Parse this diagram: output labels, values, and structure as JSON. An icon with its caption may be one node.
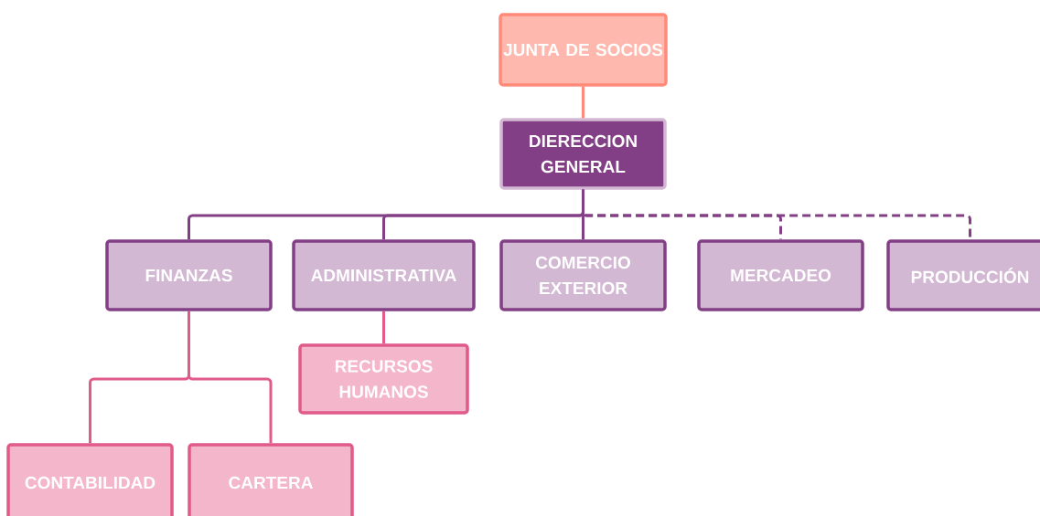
{
  "diagram": {
    "nodes": [
      {
        "text": [
          "JUNTA DE SOCIOS"
        ]
      },
      {
        "text": [
          "DIERECCION GENERAL"
        ]
      },
      {
        "text": [
          "FINANZAS"
        ]
      },
      {
        "text": [
          "ADMINISTRATIVA"
        ]
      },
      {
        "text": [
          "COMERCIO EXTERIOR"
        ]
      },
      {
        "text": [
          "MERCADEO"
        ]
      },
      {
        "text": [
          "PRODUCCIÓN"
        ]
      },
      {
        "text": [
          "RECURSOS HUMANOS"
        ]
      },
      {
        "text": [
          "CONTABILIDAD"
        ]
      },
      {
        "text": [
          "CARTERA"
        ]
      }
    ],
    "edges": [
      {
        "from": 0,
        "to": 1,
        "arrow": "none",
        "color": "#ff8a7a"
      },
      {
        "from": 1,
        "to": 2,
        "arrow": "none"
      },
      {
        "from": 1,
        "to": 3,
        "arrow": "none"
      },
      {
        "from": 1,
        "to": 4,
        "arrow": "none"
      },
      {
        "from": 1,
        "to": 5,
        "arrow": "none",
        "style": "dashed"
      },
      {
        "from": 1,
        "to": 6,
        "arrow": "none",
        "style": "dashed"
      },
      {
        "from": 2,
        "to": 8,
        "arrow": "none",
        "color": "#e05a8a"
      },
      {
        "from": 2,
        "to": 9,
        "arrow": "none",
        "color": "#e05a8a"
      },
      {
        "from": 3,
        "to": 7,
        "arrow": "none",
        "color": "#e05a8a"
      }
    ]
  }
}
